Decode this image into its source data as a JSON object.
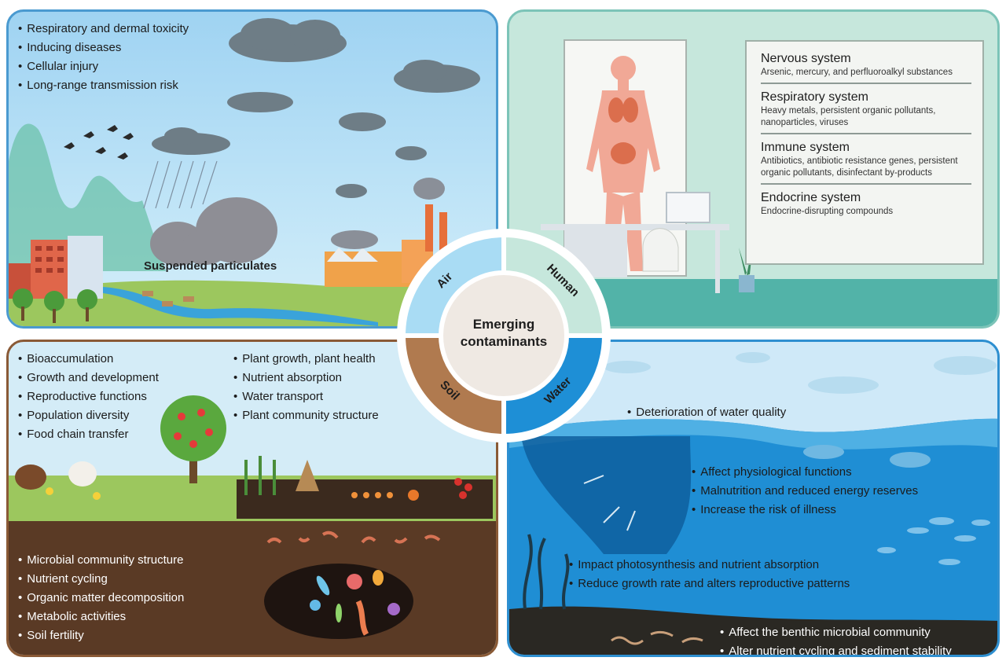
{
  "center": {
    "title": "Emerging contaminants",
    "quadrants": [
      "Air",
      "Human",
      "Soil",
      "Water"
    ]
  },
  "air": {
    "bullets": [
      "Respiratory and dermal toxicity",
      "Inducing diseases",
      "Cellular injury",
      "Long-range transmission risk"
    ],
    "caption": "Suspended particulates"
  },
  "human": {
    "systems": [
      {
        "title": "Nervous system",
        "desc": "Arsenic, mercury, and perfluoroalkyl substances"
      },
      {
        "title": "Respiratory system",
        "desc": "Heavy metals, persistent organic pollutants, nanoparticles, viruses"
      },
      {
        "title": "Immune system",
        "desc": "Antibiotics, antibiotic resistance genes, persistent organic pollutants, disinfectant by-products"
      },
      {
        "title": "Endocrine system",
        "desc": "Endocrine-disrupting compounds"
      }
    ]
  },
  "soil": {
    "animal_bullets": [
      "Bioaccumulation",
      "Growth and development",
      "Reproductive functions",
      "Population diversity",
      "Food chain transfer"
    ],
    "plant_bullets": [
      "Plant growth, plant health",
      "Nutrient absorption",
      "Water transport",
      "Plant community structure"
    ],
    "microbe_bullets": [
      "Microbial community structure",
      "Nutrient cycling",
      "Organic matter decomposition",
      "Metabolic activities",
      "Soil fertility"
    ]
  },
  "water": {
    "surface_bullet": "Deterioration of water quality",
    "animal_bullets": [
      "Affect physiological functions",
      "Malnutrition and reduced energy reserves",
      "Increase the risk of illness"
    ],
    "plant_bullets": [
      "Impact photosynthesis and nutrient absorption",
      "Reduce growth rate and alters reproductive patterns"
    ],
    "benthic_bullets": [
      "Affect the benthic microbial community",
      "Alter nutrient cycling and sediment stability"
    ]
  },
  "colors": {
    "air": "#a9dcf4",
    "human": "#c6e7dc",
    "soil": "#b07a4f",
    "water": "#1e8fd6",
    "center": "#efe9e3"
  }
}
